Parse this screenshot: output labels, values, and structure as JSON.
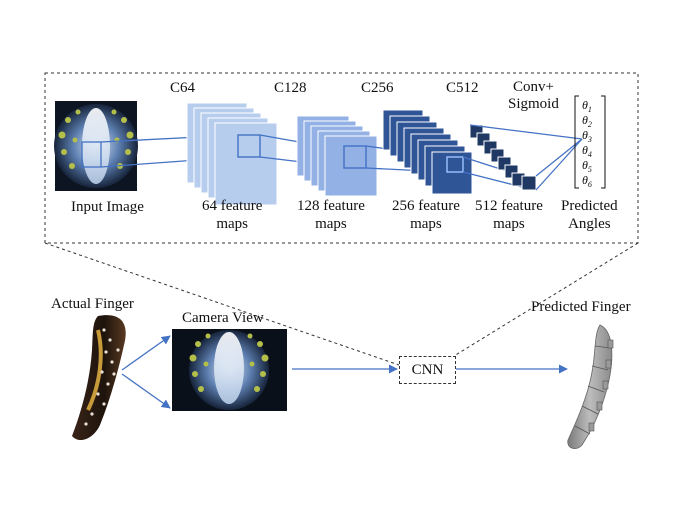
{
  "network": {
    "layers": [
      {
        "name": "C64",
        "maps": "64 feature\nmaps"
      },
      {
        "name": "C128",
        "maps": "128 feature\nmaps"
      },
      {
        "name": "C256",
        "maps": "256 feature\nmaps"
      },
      {
        "name": "C512",
        "maps": "512 feature\nmaps"
      }
    ],
    "conv_sigmoid": "Conv+\nSigmoid",
    "input_label": "Input Image",
    "output_label": "Predicted\nAngles",
    "angles": [
      "θ1",
      "θ2",
      "θ3",
      "θ4",
      "θ5",
      "θ6"
    ]
  },
  "pipeline": {
    "actual_finger": "Actual Finger",
    "camera_view": "Camera View",
    "cnn": "CNN",
    "predicted_finger": "Predicted Finger"
  },
  "colors": {
    "light_blue": "#b7cdee",
    "mid_blue": "#93b1e4",
    "dark_blue": "#2f5597",
    "navy": "#1f3864",
    "arrow": "#4472c4"
  }
}
